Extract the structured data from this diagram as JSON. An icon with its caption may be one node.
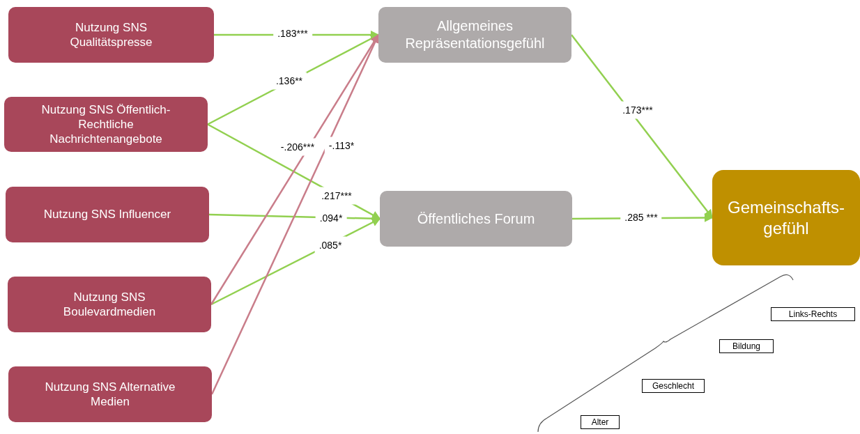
{
  "diagram": {
    "nodes": [
      {
        "text": [
          "Nutzung SNS Qualitätspresse"
        ]
      },
      {
        "text": [
          "Nutzung SNS Öffentlich-Rechtliche Nachrichtenangebote"
        ]
      },
      {
        "text": [
          "Nutzung SNS Influencer"
        ]
      },
      {
        "text": [
          "Nutzung SNS Boulevardmedien"
        ]
      },
      {
        "text": [
          "Nutzung SNS Alternative Medien"
        ]
      },
      {
        "text": [
          "Allgemeines Repräsentationsgefühl"
        ]
      },
      {
        "text": [
          "Öffentliches Forum"
        ]
      },
      {
        "text": [
          "Gemeinschafts-gefühl"
        ]
      },
      {
        "text": [
          "Links-Rechts"
        ]
      },
      {
        "text": [
          "Bildung"
        ]
      },
      {
        "text": [
          "Geschlecht"
        ]
      },
      {
        "text": [
          "Alter"
        ]
      }
    ],
    "edges": [
      {
        "from": 0,
        "to": 5,
        "arrow": "to",
        "label": ".183***"
      },
      {
        "from": 1,
        "to": 5,
        "arrow": "to",
        "label": ".136**"
      },
      {
        "from": 1,
        "to": 6,
        "arrow": "to",
        "label": ".217***"
      },
      {
        "from": 2,
        "to": 6,
        "arrow": "to",
        "label": ".094*"
      },
      {
        "from": 3,
        "to": 6,
        "arrow": "to",
        "label": ".085*"
      },
      {
        "from": 3,
        "to": 5,
        "arrow": "to",
        "label": "-.206***",
        "color": "#c97d8a"
      },
      {
        "from": 4,
        "to": 5,
        "arrow": "to",
        "label": "-.113*",
        "color": "#c97d8a"
      },
      {
        "from": 5,
        "to": 7,
        "arrow": "to",
        "label": ".173***"
      },
      {
        "from": 6,
        "to": 7,
        "arrow": "to",
        "label": ".285 ***"
      }
    ]
  }
}
